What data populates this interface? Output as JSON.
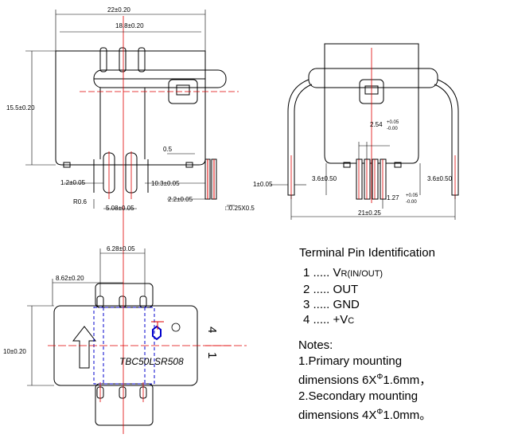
{
  "dimensions": {
    "overall_width": "22±0.20",
    "body_width": "18.8±0.20",
    "height": "15.5±0.20",
    "pin_offset": "1.2±0.05",
    "slot_width": "0.5",
    "pin_span_10_3": "10.3±0.05",
    "pin_gap_2_2": "2.2±0.05",
    "pin_section": "□0.25X0.5",
    "radius": "R0.6",
    "pin_span_5_08": "5.08±0.05",
    "side_pin_pitch": "2.54",
    "side_pin_pitch_tol_plus": "+0.05",
    "side_pin_pitch_tol_minus": "-0.00",
    "side_pin_width": "1±0.05",
    "side_lead_length_left": "3.6±0.50",
    "side_lead_length_right": "3.6±0.50",
    "side_pin_offset": "1.27",
    "side_pin_offset_tol_plus": "+0.05",
    "side_pin_offset_tol_minus": "-0.00",
    "side_total_width": "21±0.25",
    "top_width": "6.28±0.05",
    "top_offset": "8.62±0.20",
    "top_height": "10±0.20"
  },
  "marking": {
    "part_number": "TBC50LSR508",
    "pin_4": "4",
    "pin_1": "1"
  },
  "pin_identification": {
    "title": "Terminal Pin Identification",
    "items": [
      {
        "num": "1",
        "dots": ".....",
        "name": "V",
        "sub": "R(IN/OUT)"
      },
      {
        "num": "2",
        "dots": ".....",
        "name": "OUT",
        "sub": ""
      },
      {
        "num": "3",
        "dots": ".....",
        "name": "GND",
        "sub": ""
      },
      {
        "num": "4",
        "dots": ".....",
        "name": "+V",
        "sub": "C"
      }
    ]
  },
  "notes": {
    "title": "Notes:",
    "line1": "1.Primary mounting",
    "line2_pre": "dimensions  6X",
    "line2_symbol": "Φ",
    "line2_post": "1.6mm，",
    "line3": "2.Secondary mounting",
    "line4_pre": "dimensions  4X",
    "line4_symbol": "Φ",
    "line4_post": "1.0mm。"
  },
  "colors": {
    "outline": "#000000",
    "centerline": "#e00000",
    "hidden": "#0000cc"
  }
}
